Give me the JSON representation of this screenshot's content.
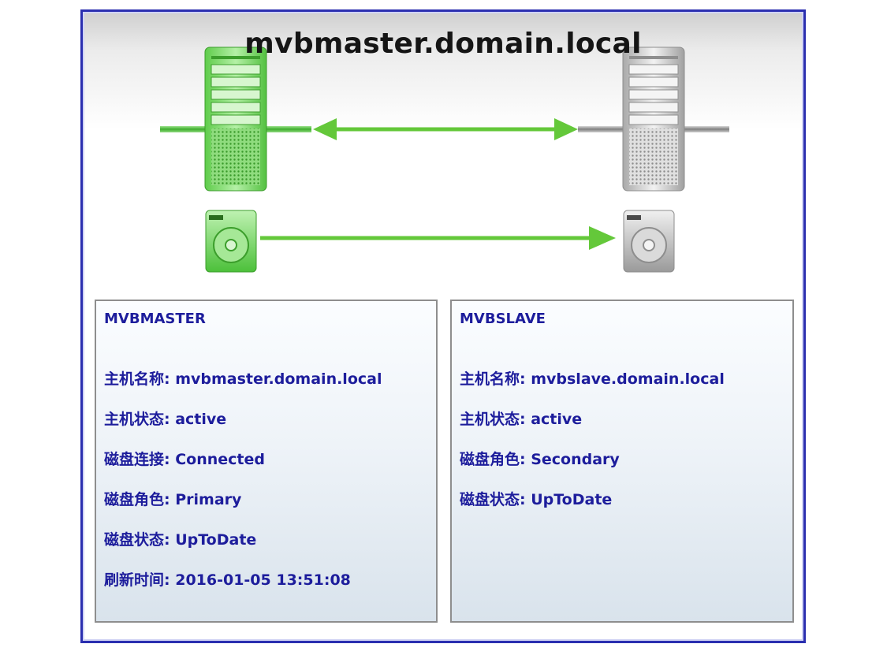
{
  "title": "mvbmaster.domain.local",
  "diagram": {
    "master_server_icon": "server-tower-icon",
    "slave_server_icon": "server-tower-icon",
    "master_disk_icon": "hard-disk-icon",
    "slave_disk_icon": "hard-disk-icon",
    "master_color": "#5ccc4a",
    "slave_color": "#b8b8b8",
    "link_color": "#64c83a"
  },
  "frame_border_color": "#2b2fb0",
  "text_color": "#1d1d9c",
  "master": {
    "title": "MVBMASTER",
    "fields": [
      {
        "label": "主机名称: ",
        "value": "mvbmaster.domain.local"
      },
      {
        "label": "主机状态: ",
        "value": "active"
      },
      {
        "label": "磁盘连接: ",
        "value": "Connected"
      },
      {
        "label": "磁盘角色: ",
        "value": "Primary"
      },
      {
        "label": "磁盘状态: ",
        "value": "UpToDate"
      },
      {
        "label": "刷新时间: ",
        "value": "2016-01-05 13:51:08"
      }
    ]
  },
  "slave": {
    "title": "MVBSLAVE",
    "fields": [
      {
        "label": "主机名称: ",
        "value": "mvbslave.domain.local"
      },
      {
        "label": "主机状态: ",
        "value": "active"
      },
      {
        "label": "磁盘角色: ",
        "value": "Secondary"
      },
      {
        "label": "磁盘状态: ",
        "value": "UpToDate"
      }
    ]
  }
}
